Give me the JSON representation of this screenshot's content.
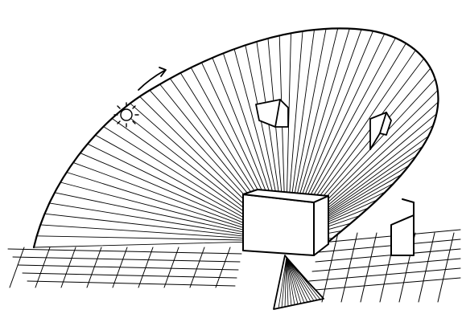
{
  "figure": {
    "kind": "line-drawing",
    "subject": "parabolic-solar-dish",
    "stroke_color": "#000000",
    "background_color": "#ffffff",
    "elements": [
      "sun-icon",
      "motion-arrow",
      "dish-ribs",
      "receiver-block",
      "small-receivers",
      "support-leg",
      "ground-grid"
    ]
  }
}
